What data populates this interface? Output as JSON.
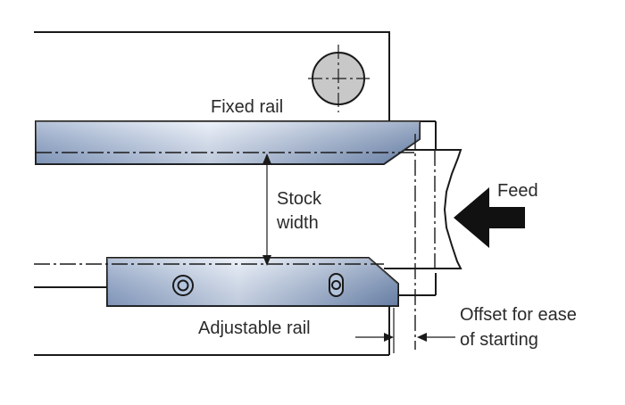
{
  "diagram": {
    "labels": {
      "fixed_rail": "Fixed rail",
      "stock_width_line1": "Stock",
      "stock_width_line2": "width",
      "feed": "Feed",
      "adjustable_rail": "Adjustable rail",
      "offset_line1": "Offset for ease",
      "offset_line2": "of starting"
    },
    "colors": {
      "rail_light": "#e4ecf7",
      "rail_mid": "#a9bcd9",
      "rail_dark": "#6f87ad",
      "stroke": "#1a1a1a",
      "arrow": "#111111",
      "circle_fill": "#c8c8c8"
    }
  }
}
